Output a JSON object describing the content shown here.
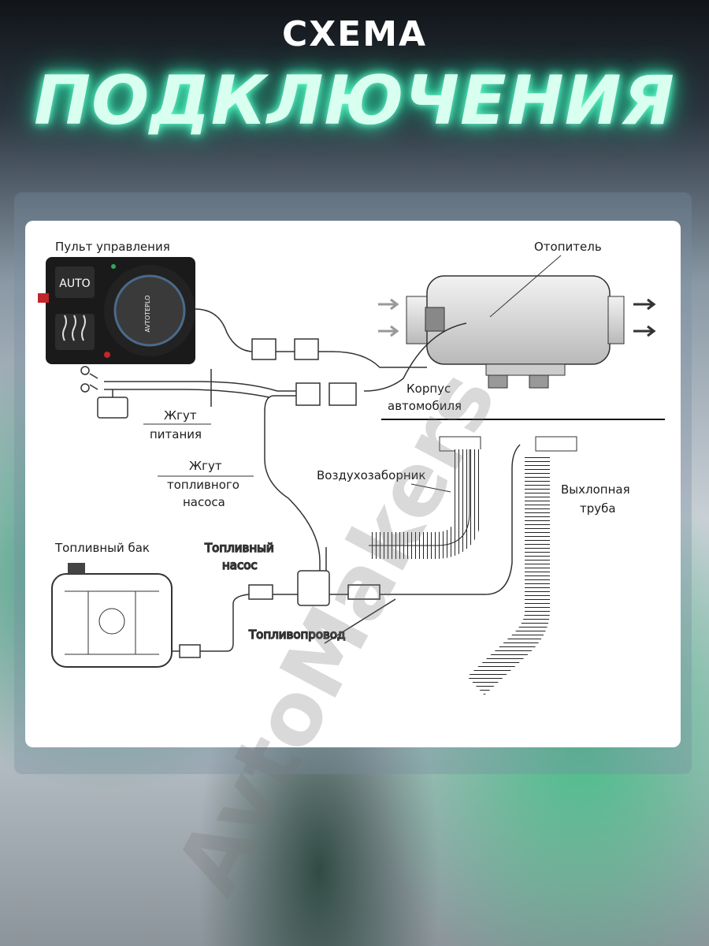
{
  "header": {
    "title_top": "СХЕМА",
    "title_main": "ПОДКЛЮЧЕНИЯ"
  },
  "diagram": {
    "labels": {
      "control_panel": "Пульт управления",
      "heater": "Отопитель",
      "body": "Корпус",
      "body2": "автомобиля",
      "power_harness": "Жгут",
      "power_harness2": "питания",
      "pump_harness": "Жгут",
      "pump_harness2": "топливного",
      "pump_harness3": "насоса",
      "air_intake": "Воздухозаборник",
      "exhaust": "Выхлопная",
      "exhaust2": "труба",
      "fuel_tank": "Топливный бак",
      "fuel_pump": "Топливный",
      "fuel_pump2": "насос",
      "fuel_line": "Топливопровод"
    },
    "panel_texts": {
      "auto_button": "AUTO",
      "brand": "AVTOTEPLO"
    }
  },
  "watermark": "AvtoMakers",
  "colors": {
    "accent_glow": "#2fe0a8",
    "panel_bg": "#ffffff"
  }
}
